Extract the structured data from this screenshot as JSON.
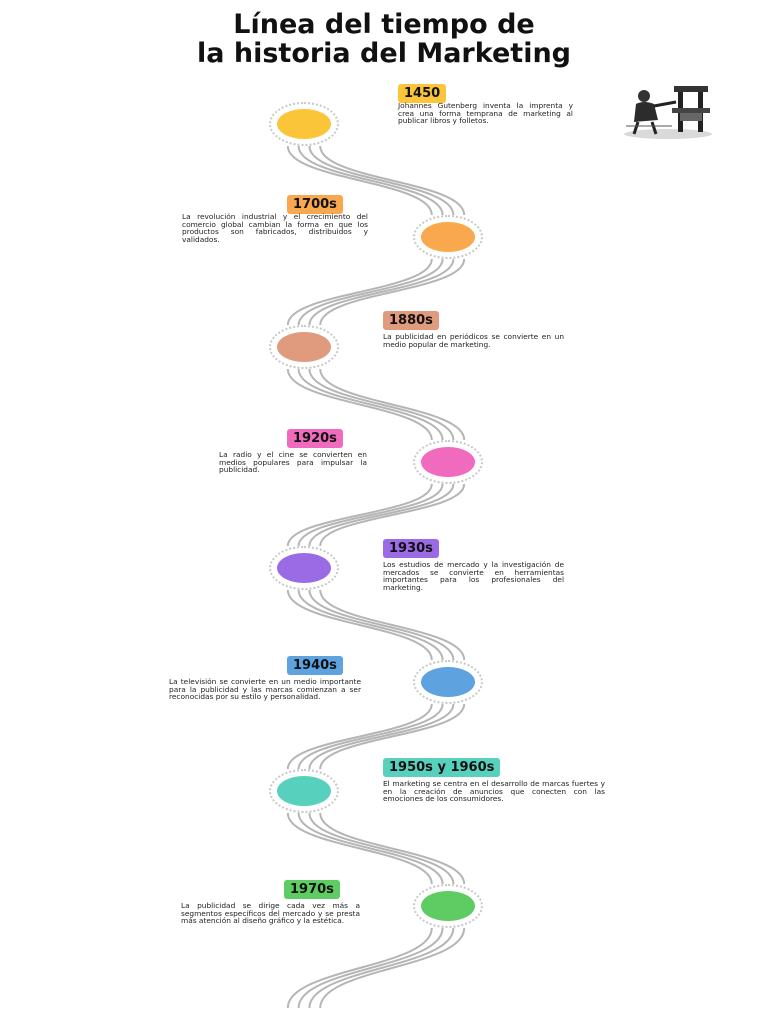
{
  "title": {
    "line1": "Línea del tiempo de",
    "line2": "la historia del Marketing"
  },
  "illustration": {
    "icon": "printing-press-icon"
  },
  "timeline": [
    {
      "year": "1450",
      "color": "#fbc53a",
      "text": "Johannes Gutenberg inventa la imprenta y crea una forma temprana de marketing al publicar libros y folletos."
    },
    {
      "year": "1700s",
      "color": "#f9a84d",
      "text": "La revolución industrial y el crecimiento del comercio global cambian la forma en que los productos son fabricados, distribuidos y validados."
    },
    {
      "year": "1880s",
      "color": "#e09a7e",
      "text": "La publicidad en periódicos se convierte en un medio popular de marketing."
    },
    {
      "year": "1920s",
      "color": "#f06bbd",
      "text": "La radio y el cine se convierten en medios populares para impulsar la publicidad."
    },
    {
      "year": "1930s",
      "color": "#9b6be6",
      "text": "Los estudios de mercado y la investigación de mercados se convierte en herramientas importantes para los profesionales del marketing."
    },
    {
      "year": "1940s",
      "color": "#5ea3e0",
      "text": "La televisión se convierte en un medio importante para la publicidad y las marcas comienzan a ser reconocidas por su estilo y personalidad."
    },
    {
      "year": "1950s  y 1960s",
      "color": "#58d0be",
      "text": "El marketing se centra en el desarrollo de marcas fuertes y en la creación de anuncios que conecten con las emociones de los consumidores."
    },
    {
      "year": "1970s",
      "color": "#5fcc63",
      "text": "La publicidad se dirige cada vez más a segmentos específicos del mercado y se presta más atención al diseño gráfico y la estética."
    }
  ]
}
